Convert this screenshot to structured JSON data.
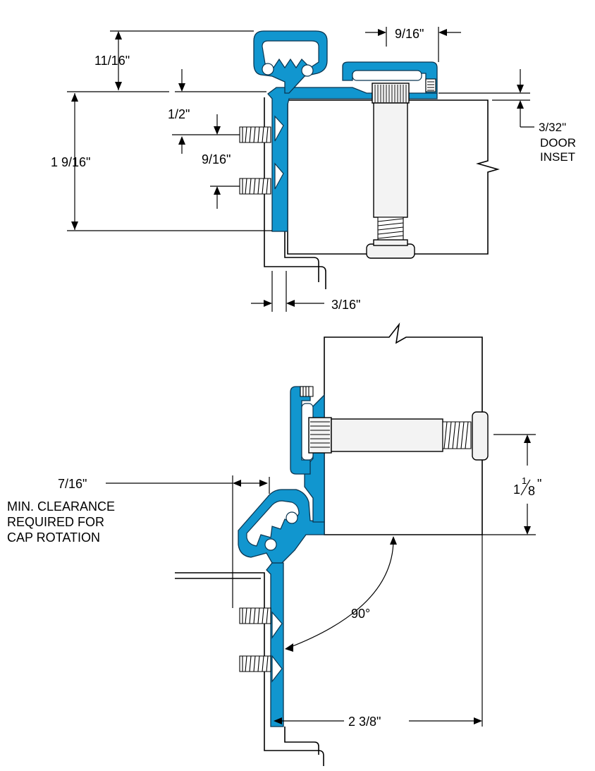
{
  "top_view": {
    "dim_cap_height": "11/16\"",
    "dim_screw_offset": "1/2\"",
    "dim_screw_spacing": "9/16\"",
    "dim_leaf_length": "1 9/16\"",
    "dim_pin_offset": "9/16\"",
    "dim_inset_value": "3/32\"",
    "dim_inset_line1": "DOOR",
    "dim_inset_line2": "INSET",
    "dim_frame_gap": "3/16\""
  },
  "bottom_view": {
    "dim_clearance": "7/16\"",
    "clearance_note_line1": "MIN. CLEARANCE",
    "clearance_note_line2": "REQUIRED FOR",
    "clearance_note_line3": "CAP ROTATION",
    "dim_pin_height_whole": "1",
    "dim_pin_height_num": "1",
    "dim_pin_height_den": "8",
    "dim_pin_height_suffix": "\"",
    "dim_rotation": "90°",
    "dim_swing_width": "2 3/8\""
  },
  "colors": {
    "hinge_blue": "#1196cf",
    "outline": "#000000"
  }
}
